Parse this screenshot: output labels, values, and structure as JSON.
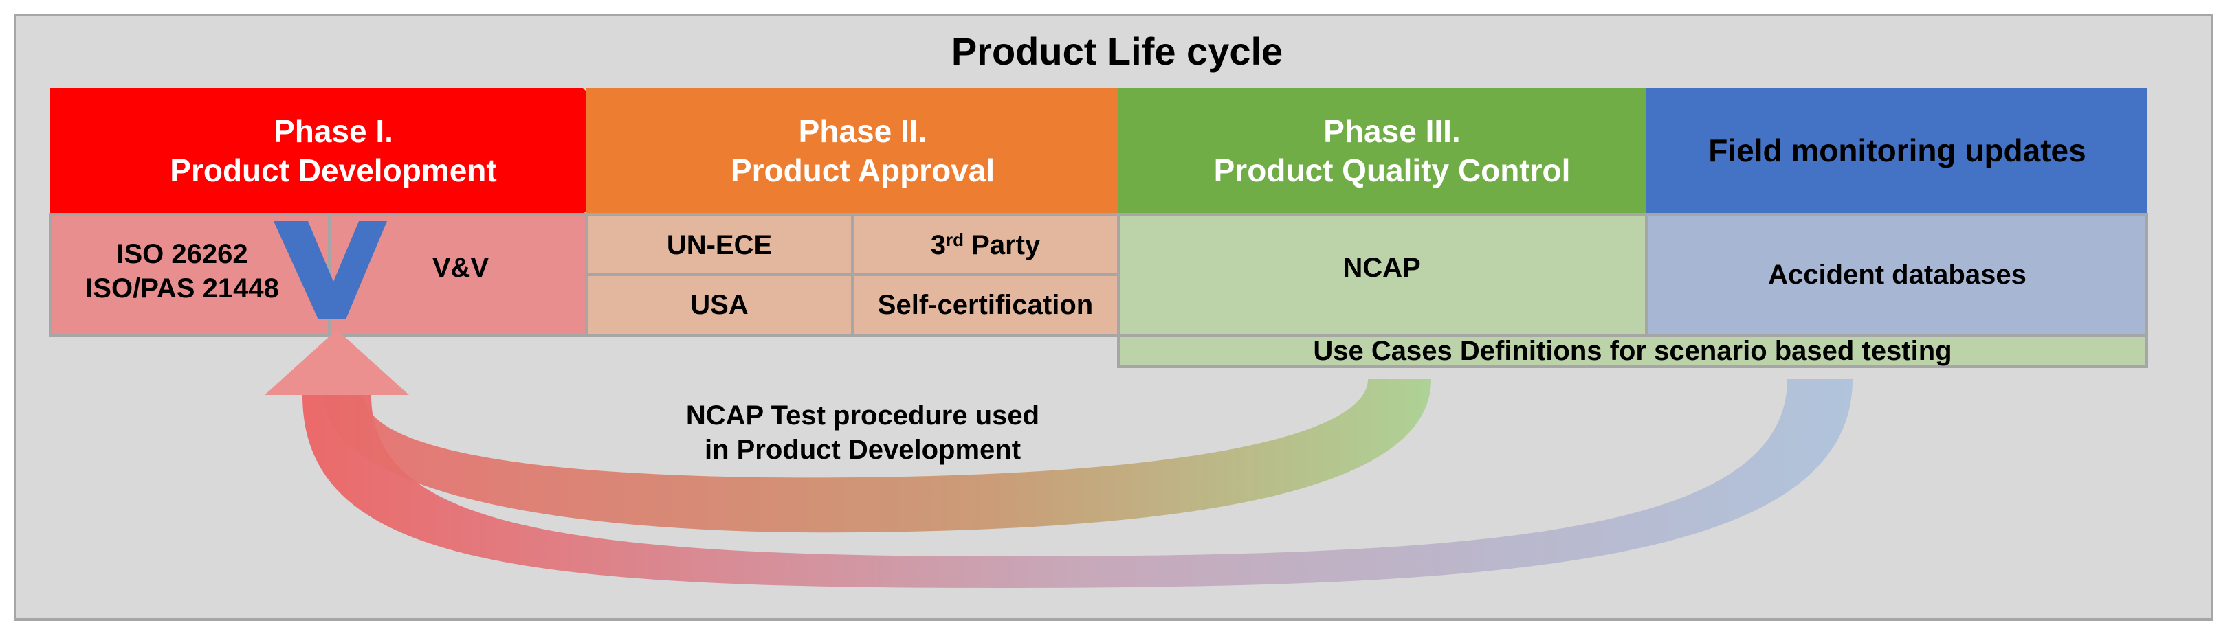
{
  "title": "Product Life cycle",
  "phases": [
    {
      "line1": "Phase I.",
      "line2": "Product Development"
    },
    {
      "line1": "Phase II.",
      "line2": "Product Approval"
    },
    {
      "line1": "Phase III.",
      "line2": "Product Quality Control"
    },
    {
      "line1": "Field monitoring updates"
    }
  ],
  "phase1": {
    "standards_line1": "ISO 26262",
    "standards_line2": "ISO/PAS 21448",
    "vv": "V&V"
  },
  "phase2": {
    "unece": "UN-ECE",
    "third_party_base": "3",
    "third_party_sup": "rd",
    "third_party_rest": " Party",
    "usa": "USA",
    "self_cert": "Self-certification"
  },
  "phase3": {
    "ncap": "NCAP"
  },
  "field": {
    "accident_db": "Accident databases"
  },
  "use_cases": "Use Cases Definitions for scenario based testing",
  "feedback_label": {
    "line1": "NCAP Test procedure used",
    "line2": "in Product Development"
  },
  "colors": {
    "phase1": "#ff0000",
    "phase2": "#ed7d31",
    "phase3": "#70ad47",
    "field": "#4472c4",
    "phase1_cell": "#e88e8e",
    "phase2_cell": "#e2b79d",
    "phase3_cell": "#bcd2a8",
    "field_cell": "#a7b6d3",
    "v_shape": "#4472c4",
    "background": "#d9d9d9"
  },
  "icons": [
    "v-model-icon",
    "up-arrow-icon",
    "ncap-feedback-arrow",
    "field-feedback-arrow"
  ]
}
